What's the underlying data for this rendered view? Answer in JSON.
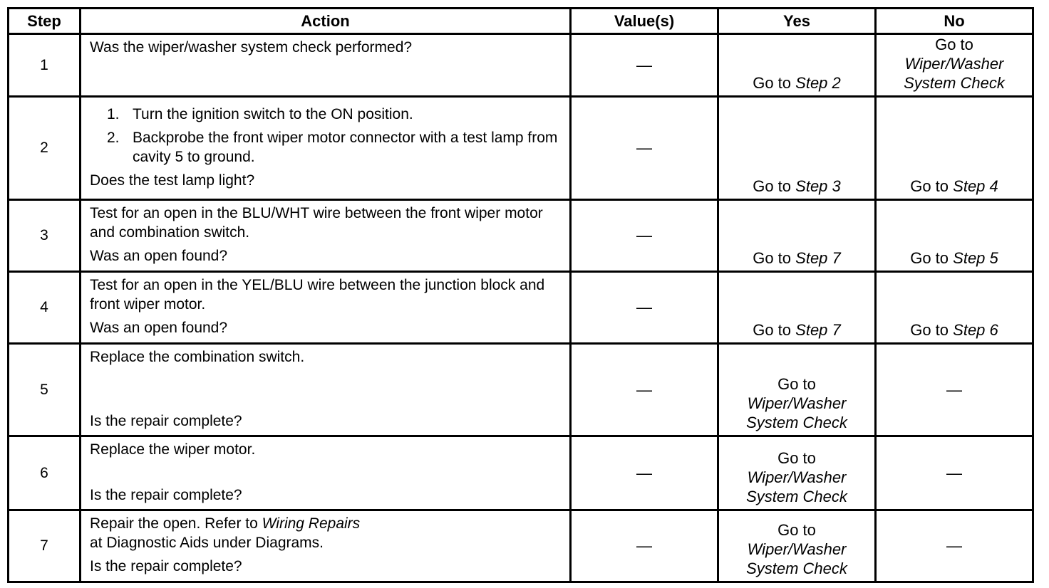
{
  "headers": {
    "step": "Step",
    "action": "Action",
    "values": "Value(s)",
    "yes": "Yes",
    "no": "No"
  },
  "dash": "—",
  "rows": [
    {
      "step": "1",
      "action_text": "Was the wiper/washer system check performed?",
      "value": "—",
      "yes": {
        "prefix": "Go to",
        "target": "Step 2"
      },
      "no": {
        "prefix": "Go to",
        "target": "Wiper/Washer System Check",
        "target_line1": "Wiper/Washer",
        "target_line2": "System Check"
      }
    },
    {
      "step": "2",
      "items": [
        {
          "num": "1.",
          "text": "Turn the ignition switch to the ON position."
        },
        {
          "num": "2.",
          "text": "Backprobe the front wiper motor connector with a test lamp from cavity 5 to ground."
        }
      ],
      "question": "Does the test lamp light?",
      "value": "—",
      "yes": {
        "prefix": "Go to",
        "target": "Step 3"
      },
      "no": {
        "prefix": "Go to",
        "target": "Step 4"
      }
    },
    {
      "step": "3",
      "action_text": "Test for an open in the BLU/WHT wire between the front wiper motor and combination switch.",
      "question": "Was an open found?",
      "value": "—",
      "yes": {
        "prefix": "Go to",
        "target": "Step 7"
      },
      "no": {
        "prefix": "Go to",
        "target": "Step 5"
      }
    },
    {
      "step": "4",
      "action_text": "Test for an open in the YEL/BLU wire between the junction block and front wiper motor.",
      "question": "Was an open found?",
      "value": "—",
      "yes": {
        "prefix": "Go to",
        "target": "Step 7"
      },
      "no": {
        "prefix": "Go to",
        "target": "Step 6"
      }
    },
    {
      "step": "5",
      "action_text": "Replace the combination switch.",
      "question": "Is the repair complete?",
      "value": "—",
      "yes": {
        "prefix": "Go to",
        "target_line1": "Wiper/Washer",
        "target_line2": "System Check"
      },
      "no": "—"
    },
    {
      "step": "6",
      "action_text": "Replace the wiper motor.",
      "question": "Is the repair complete?",
      "value": "—",
      "yes": {
        "prefix": "Go to",
        "target_line1": "Wiper/Washer",
        "target_line2": "System Check"
      },
      "no": "—"
    },
    {
      "step": "7",
      "action_prefix": "Repair the open. Refer to",
      "action_ref": "Wiring Repairs",
      "action_line2": "at Diagnostic Aids under Diagrams.",
      "question": "Is the repair complete?",
      "value": "—",
      "yes": {
        "prefix": "Go to",
        "target_line1": "Wiper/Washer",
        "target_line2": "System Check"
      },
      "no": "—"
    }
  ]
}
